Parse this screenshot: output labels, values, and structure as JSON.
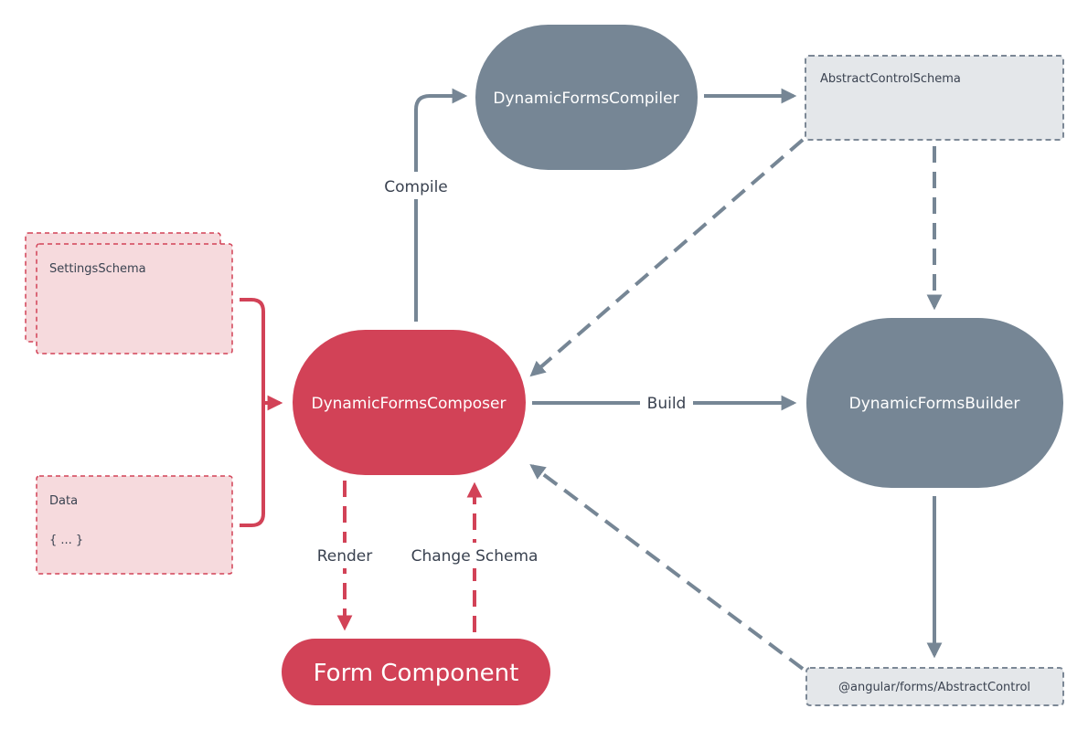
{
  "colors": {
    "red": "#d24257",
    "red_light": "#f6dadd",
    "slate": "#768695",
    "slate_light": "#e4e7ea",
    "slate_border": "#7c8896",
    "text": "#3a4250"
  },
  "nodes": {
    "compiler": "DynamicFormsCompiler",
    "composer": "DynamicFormsComposer",
    "builder": "DynamicFormsBuilder",
    "form_component": "Form Component"
  },
  "boxes": {
    "abstract_control_schema": "AbstractControlSchema",
    "settings_schema": "SettingsSchema",
    "data_title": "Data",
    "data_value": "{ ... }",
    "angular_abstract_control": "@angular/forms/AbstractControl"
  },
  "edges": {
    "compile": "Compile",
    "build": "Build",
    "render": "Render",
    "change_schema": "Change Schema"
  }
}
